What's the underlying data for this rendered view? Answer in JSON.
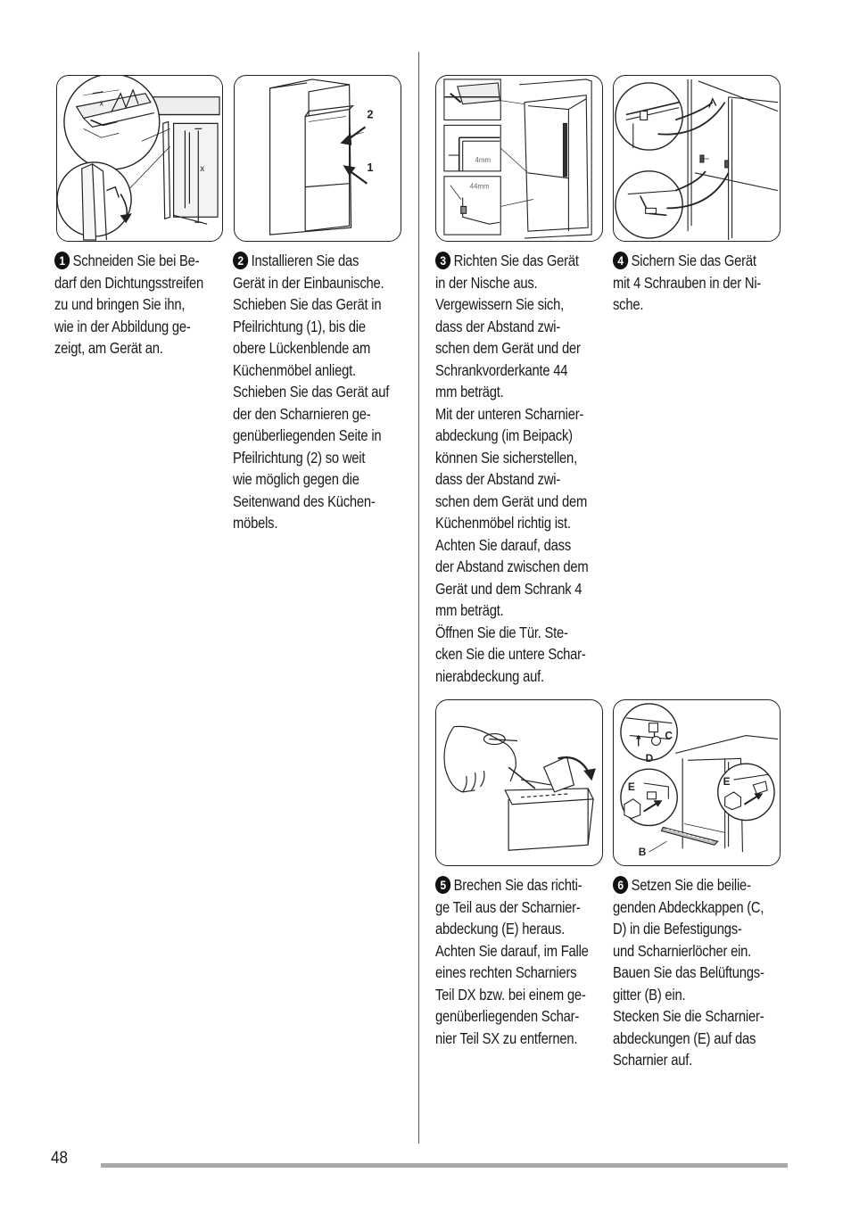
{
  "steps": [
    {
      "number": "1",
      "lines": [
        "Schneiden Sie bei Be-",
        "darf den Dichtungsstreifen",
        "zu und bringen Sie ihn,",
        "wie in der Abbildung ge-",
        "zeigt, am Gerät an."
      ]
    },
    {
      "number": "2",
      "lines": [
        "Installieren Sie das",
        "Gerät in der Einbaunische.",
        "Schieben Sie das Gerät in",
        "Pfeilrichtung (1), bis die",
        "obere Lückenblende am",
        "Küchenmöbel anliegt.",
        "Schieben Sie das Gerät auf",
        "der den Scharnieren ge-",
        "genüberliegenden Seite in",
        "Pfeilrichtung (2) so weit",
        "wie möglich gegen die",
        "Seitenwand des Küchen-",
        "möbels."
      ]
    },
    {
      "number": "3",
      "lines": [
        "Richten Sie das Gerät",
        "in der Nische aus.",
        "Vergewissern Sie sich,",
        "dass der Abstand zwi-",
        "schen dem Gerät und der",
        "Schrankvorderkante 44",
        "mm beträgt.",
        "Mit der unteren Scharnier-",
        "abdeckung (im Beipack)",
        "können Sie sicherstellen,",
        "dass der Abstand zwi-",
        "schen dem Gerät und dem",
        "Küchenmöbel richtig ist.",
        "Achten Sie darauf, dass",
        "der Abstand zwischen dem",
        "Gerät und dem Schrank 4",
        "mm beträgt.",
        "Öffnen Sie die Tür. Ste-",
        "cken Sie die untere Schar-",
        "nierabdeckung auf."
      ]
    },
    {
      "number": "4",
      "lines": [
        "Sichern Sie das Gerät",
        "mit 4 Schrauben in der Ni-",
        "sche."
      ]
    },
    {
      "number": "5",
      "lines": [
        "Brechen Sie das richti-",
        "ge Teil aus der Scharnier-",
        "abdeckung (E) heraus.",
        "Achten Sie darauf, im Falle",
        "eines rechten Scharniers",
        "Teil DX bzw. bei einem ge-",
        "genüberliegenden Schar-",
        "nier Teil SX zu entfernen."
      ]
    },
    {
      "number": "6",
      "lines": [
        "Setzen Sie die beilie-",
        "genden Abdeckkappen (C,",
        "D) in die Befestigungs-",
        "und Scharnierlöcher ein.",
        "Bauen Sie das Belüftungs-",
        "gitter (B) ein.",
        "Stecken Sie die Scharnier-",
        "abdeckungen (E) auf das",
        "Scharnier auf."
      ]
    }
  ],
  "figure_labels": {
    "fig1": {
      "x_top": "x",
      "x_side": "x"
    },
    "fig2": {
      "arrow_2": "2",
      "arrow_1": "1"
    },
    "fig3": {
      "gap_4": "4mm",
      "gap_44": "44mm"
    },
    "fig6": {
      "c": "C",
      "d": "D",
      "e_left": "E",
      "e_right": "E",
      "b": "B"
    }
  },
  "page_number": "48"
}
